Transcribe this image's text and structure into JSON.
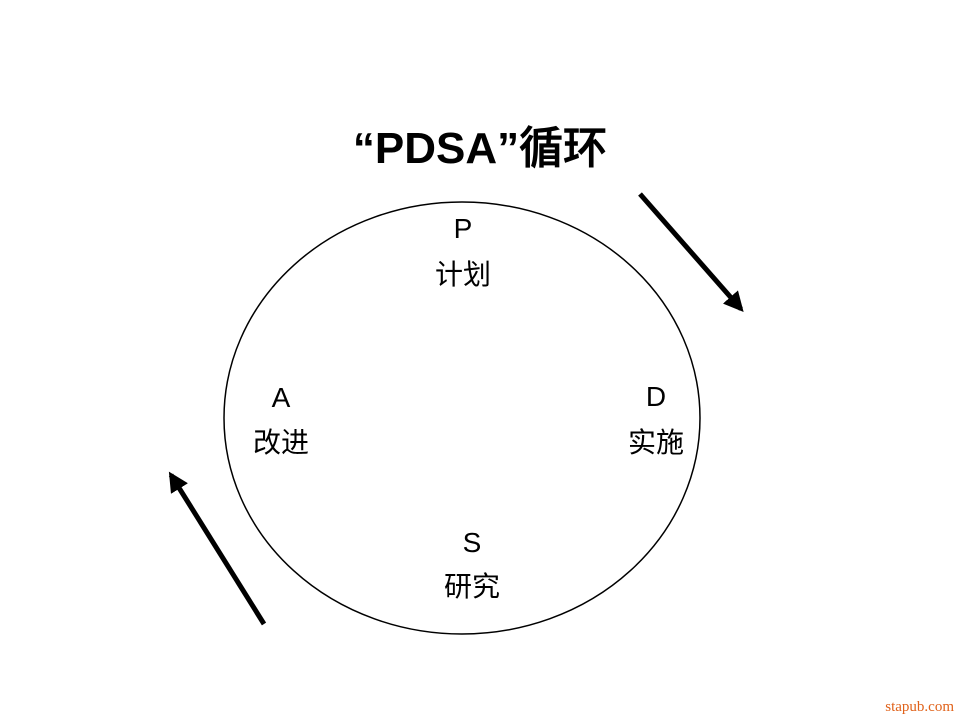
{
  "title": "“PDSA”循环",
  "stages": [
    {
      "id": "plan",
      "letter": "P",
      "label": "计划"
    },
    {
      "id": "do",
      "letter": "D",
      "label": "实施"
    },
    {
      "id": "study",
      "letter": "S",
      "label": "研究"
    },
    {
      "id": "act",
      "letter": "A",
      "label": "改进"
    }
  ],
  "flow_direction": "clockwise",
  "watermark": "stapub.com",
  "colors": {
    "line": "#000000",
    "background": "#ffffff",
    "watermark": "#e0621a"
  }
}
